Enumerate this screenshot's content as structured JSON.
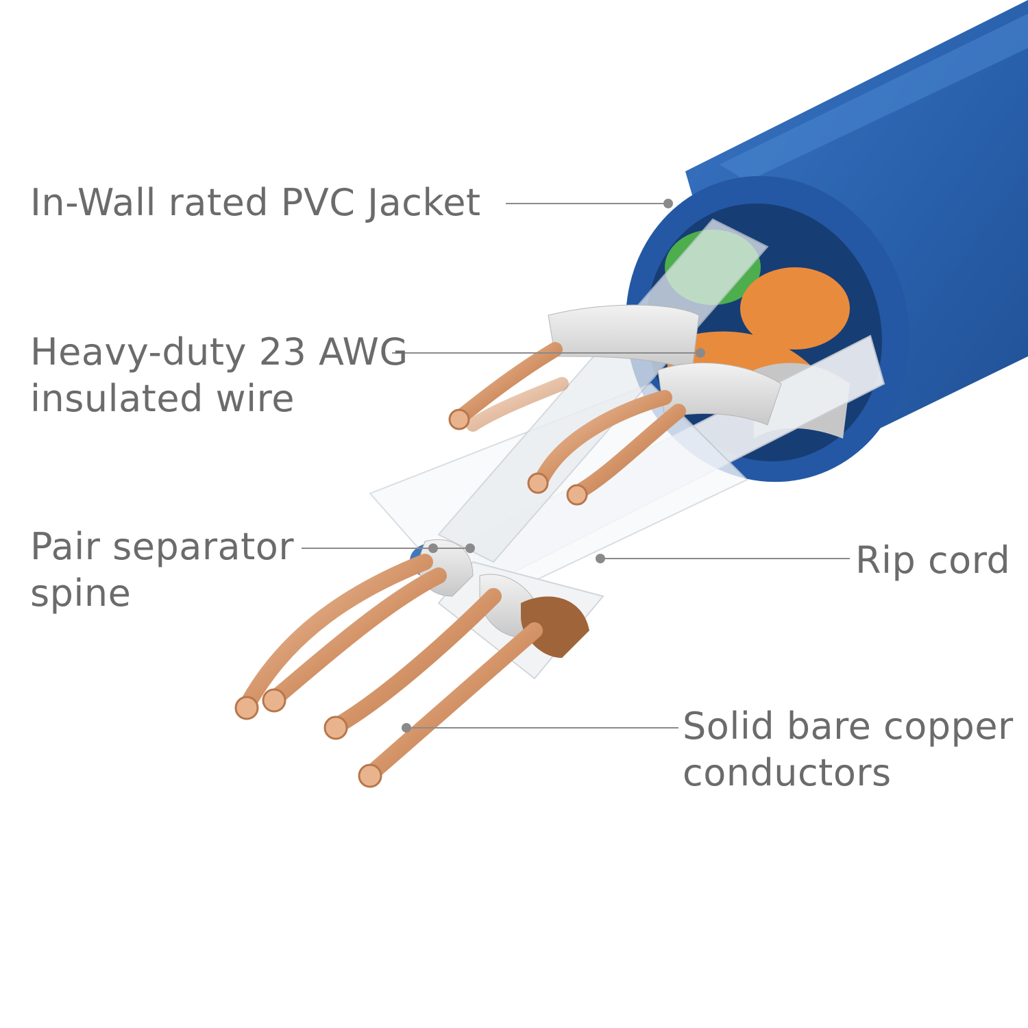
{
  "labels": {
    "jacket": [
      "In-Wall rated PVC Jacket"
    ],
    "awg": [
      "Heavy-duty 23 AWG",
      "insulated wire"
    ],
    "separator": [
      "Pair separator",
      "spine"
    ],
    "ripcord": [
      "Rip cord"
    ],
    "copper": [
      "Solid bare copper",
      "conductors"
    ]
  },
  "colors": {
    "text": "#6b6b6b",
    "leader": "#8a8a8a",
    "jacket": "#2a62ae",
    "jacket_dark": "#1f4f93",
    "jacket_inner": "#173d75",
    "insulation": "#d9d9d9",
    "copper": "#c9865a",
    "copper_light": "#f0c3a0",
    "orange_wire": "#e98b3c",
    "green_wire": "#4cae4c",
    "brown_wire": "#a0643a",
    "separator": "#eef1f4",
    "separator_tip": "#2f6db5"
  }
}
